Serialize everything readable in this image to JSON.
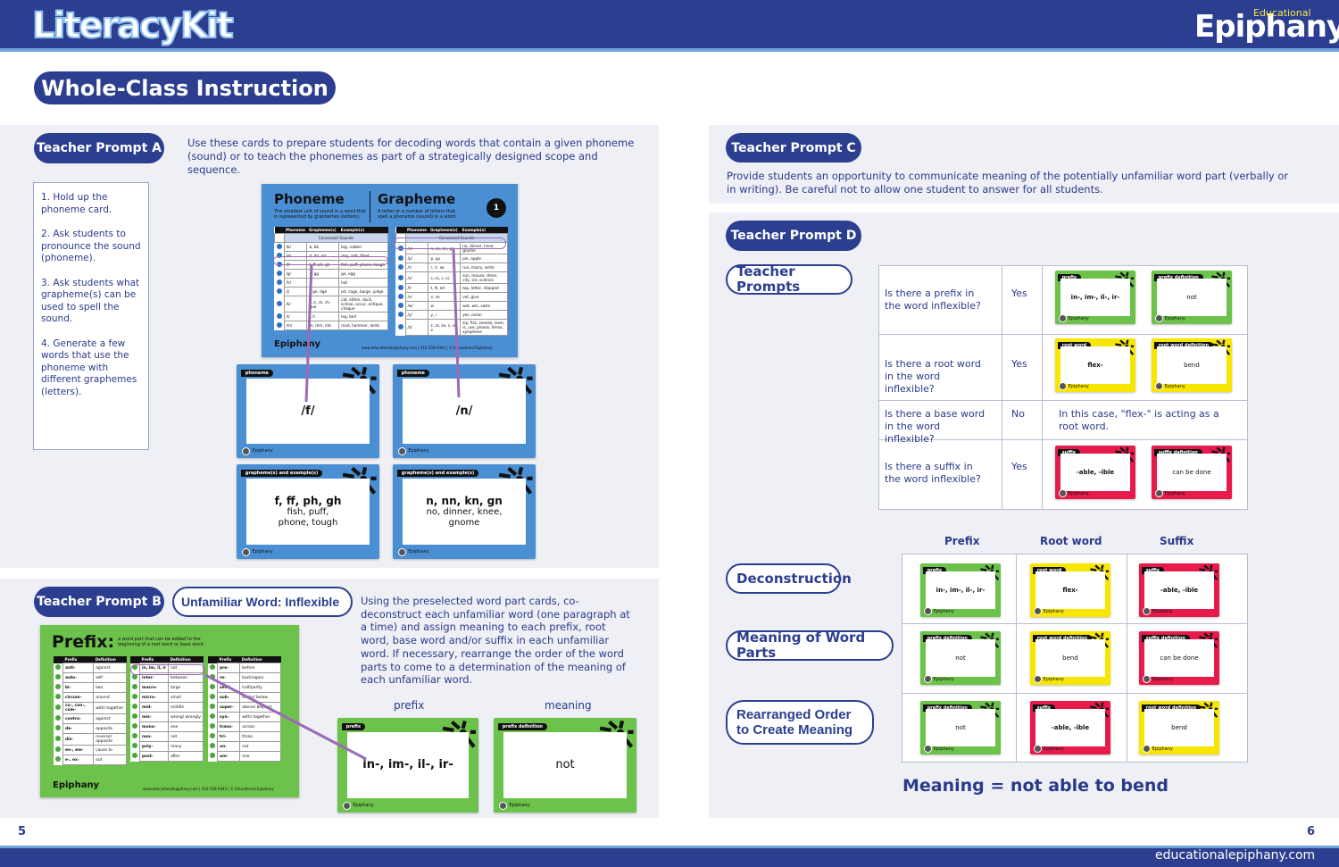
{
  "header": {
    "logo_left": "LiteracyKit",
    "logo_right": "Epiphany",
    "logo_right_small": "Educational",
    "title": "Whole-Class Instruction"
  },
  "colors": {
    "navy": "#2c3e8f",
    "blue_card": "#4a8fd4",
    "green_card": "#6cc24a",
    "yellow_card": "#f7e600",
    "red_card": "#e8194b",
    "highlight": "#9b6bb5"
  },
  "prompt_a": {
    "label": "Teacher Prompt A",
    "text": "Use these cards to prepare students for decoding words that contain a given phoneme (sound) or to teach the phonemes as part of a strategically designed scope and sequence.",
    "steps": [
      "1. Hold up the phoneme card.",
      "2. Ask students to pronounce the sound (phoneme).",
      "3. Ask students what grapheme(s) can be used to spell the sound.",
      "4. Generate a few words that use the phoneme with different graphemes (letters)."
    ]
  },
  "phoneme_card": {
    "title_left": "Phoneme",
    "desc_left": "The smallest unit of sound in a word that is represented by graphemes (letters).",
    "title_right": "Grapheme",
    "desc_right": "A letter or a number of letters that spell a phoneme (sound) in a word.",
    "number": "1",
    "headers": [
      "Phoneme",
      "Grapheme(s)",
      "Example(s)"
    ],
    "subheader": "Consonant Sounds",
    "left_rows": [
      [
        "/b/",
        "b, bb",
        "big, rubber"
      ],
      [
        "/d/",
        "d, dd, ed",
        "dog, add, filled"
      ],
      [
        "/f/",
        "f, ff, ph, gh",
        "fish, puff, phone, tough"
      ],
      [
        "/g/",
        "g, gg",
        "go, egg"
      ],
      [
        "/h/",
        "h",
        "hot"
      ],
      [
        "/j/",
        "j, ge, dge",
        "jet, cage, barge, judge"
      ],
      [
        "/k/",
        "c, k, ck, ch, que",
        "cat, kitten, duck, school, occur, antique, cheque"
      ],
      [
        "/l/",
        "l, ll",
        "leg, bell"
      ],
      [
        "/m/",
        "m, mm, mb",
        "mad, hammer, lamb"
      ]
    ],
    "right_rows": [
      [
        "/n/",
        "n, nn, kn, gn",
        "no, dinner, knee, gnome"
      ],
      [
        "/p/",
        "p, pp",
        "pie, apple"
      ],
      [
        "/r/",
        "r, rr, wr",
        "run, marry, write"
      ],
      [
        "/s/",
        "s, ss, c, sc",
        "sun, mouse, dress, city, ice, science"
      ],
      [
        "/t/",
        "t, tt, ed",
        "top, letter, stopped"
      ],
      [
        "/v/",
        "v, ve",
        "vet, give"
      ],
      [
        "/w/",
        "w",
        "wet, win, swim"
      ],
      [
        "/y/",
        "y, i",
        "yes, onion"
      ],
      [
        "/z/",
        "z, zz, ze, s, se, x",
        "zip, fizz, sneeze, laser, is, use, please, Xerox, xylophone"
      ]
    ],
    "footer": "www.educationalepiphany.com | 410-258-6443 | © Educational Epiphany",
    "brand": "Epiphany"
  },
  "cards": {
    "ph_f": {
      "label": "phoneme",
      "lines": [
        "/f/"
      ]
    },
    "ph_n": {
      "label": "phoneme",
      "lines": [
        "/n/"
      ]
    },
    "gr_f": {
      "label": "grapheme(s) and example(s)",
      "lines": [
        "f, ff, ph, gh",
        "fish, puff,",
        "phone, tough"
      ]
    },
    "gr_n": {
      "label": "grapheme(s) and example(s)",
      "lines": [
        "n, nn, kn, gn",
        "no, dinner, knee,",
        "gnome"
      ]
    },
    "pre": {
      "label": "prefix",
      "lines": [
        "in-, im-, il-, ir-"
      ]
    },
    "pre_def": {
      "label": "prefix definition",
      "lines": [
        "not"
      ]
    },
    "root": {
      "label": "root word",
      "lines": [
        "flex-"
      ]
    },
    "root_def": {
      "label": "root word definition",
      "lines": [
        "bend"
      ]
    },
    "suf": {
      "label": "suffix",
      "lines": [
        "-able, -ible"
      ]
    },
    "suf_def": {
      "label": "suffix definition",
      "lines": [
        "can be done"
      ]
    },
    "brand": "Epiphany"
  },
  "prompt_b": {
    "label": "Teacher Prompt B",
    "word": "Unfamiliar Word: Inflexible",
    "text": "Using the preselected word part cards, co-deconstruct each unfamiliar word (one paragraph at a time) and assign meaning to each prefix, root word, base word and/or suffix in each unfamiliar word. If necessary, rearrange the order of the word parts to come to a determination of the meaning of each unfamiliar word.",
    "cap_prefix": "prefix",
    "cap_meaning": "meaning"
  },
  "prefix_card": {
    "title": "Prefix:",
    "desc": "a word part that can be added to the beginning of a root word or base word.",
    "headers": [
      "Prefix",
      "Definition"
    ],
    "cols": [
      [
        [
          "anti-",
          "against"
        ],
        [
          "auto-",
          "self"
        ],
        [
          "bi-",
          "two"
        ],
        [
          "circum-",
          "around"
        ],
        [
          "co-, con-, com-",
          "with/ together"
        ],
        [
          "contra-",
          "against"
        ],
        [
          "de-",
          "opposite"
        ],
        [
          "dis-",
          "reverse/ opposite"
        ],
        [
          "en-, em-",
          "cause to"
        ],
        [
          "e-, ex-",
          "out"
        ]
      ],
      [
        [
          "in, im, il, ir",
          "not"
        ],
        [
          "inter-",
          "between"
        ],
        [
          "macro-",
          "large"
        ],
        [
          "micro-",
          "small"
        ],
        [
          "mid-",
          "middle"
        ],
        [
          "mis-",
          "wrong/ wrongly"
        ],
        [
          "mono-",
          "one"
        ],
        [
          "non-",
          "not"
        ],
        [
          "poly-",
          "many"
        ],
        [
          "post-",
          "after"
        ]
      ],
      [
        [
          "pre-",
          "before"
        ],
        [
          "re-",
          "back/again"
        ],
        [
          "semi-",
          "half/partly"
        ],
        [
          "sub-",
          "under/ below"
        ],
        [
          "super-",
          "above/ beyond"
        ],
        [
          "syn-",
          "with/ together"
        ],
        [
          "trans-",
          "across"
        ],
        [
          "tri-",
          "three"
        ],
        [
          "un-",
          "not"
        ],
        [
          "uni-",
          "one"
        ]
      ]
    ],
    "footer": "www.educationalepiphany.com | 410-258-6443 | © Educational Epiphany",
    "brand": "Epiphany"
  },
  "prompt_c": {
    "label": "Teacher Prompt C",
    "text": "Provide students an opportunity to communicate meaning of the potentially unfamiliar word part (verbally or in writing). Be careful not to allow one student to answer for all students."
  },
  "prompt_d": {
    "label": "Teacher Prompt D",
    "sub": "Teacher Prompts",
    "rows": [
      {
        "q": "Is there a prefix in the word inflexible?",
        "a": "Yes"
      },
      {
        "q": "Is there a root word in the word inflexible?",
        "a": "Yes"
      },
      {
        "q": "Is there a base word in the word inflexible?",
        "a": "No",
        "note": "In this case, \"flex-\" is acting as a root word."
      },
      {
        "q": "Is there a suffix in the word inflexible?",
        "a": "Yes"
      }
    ]
  },
  "deconstruction": {
    "headers": [
      "Prefix",
      "Root word",
      "Suffix"
    ],
    "row_labels": [
      "Deconstruction",
      "Meaning of Word Parts",
      "Rearranged Order to Create Meaning"
    ],
    "meaning": "Meaning = not able to bend"
  },
  "footer": {
    "page_left": "5",
    "page_right": "6",
    "url": "educationalepiphany.com"
  }
}
